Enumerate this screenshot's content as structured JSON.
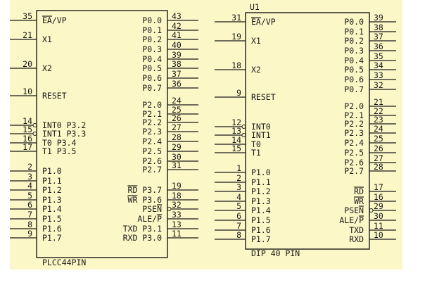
{
  "colors": {
    "background": "#fcf7c6",
    "ink": "#1a1a1a"
  },
  "chips": [
    {
      "ref": "",
      "caption": "PLCC44PIN",
      "left_pins": [
        {
          "num": "35",
          "label": "EA/VP",
          "bar": "EA"
        },
        {
          "num": "21",
          "label": "X1"
        },
        {
          "num": "20",
          "label": "X2"
        },
        {
          "num": "10",
          "label": "RESET"
        },
        {
          "num": "14",
          "label": "INT0 P3.2",
          "bubble": true
        },
        {
          "num": "15",
          "label": "INT1 P3.3",
          "bubble": true
        },
        {
          "num": "16",
          "label": "T0 P3.4"
        },
        {
          "num": "17",
          "label": "T1 P3.5"
        },
        {
          "num": "2",
          "label": "P1.0"
        },
        {
          "num": "3",
          "label": "P1.1"
        },
        {
          "num": "4",
          "label": "P1.2"
        },
        {
          "num": "5",
          "label": "P1.3"
        },
        {
          "num": "6",
          "label": "P1.4"
        },
        {
          "num": "7",
          "label": "P1.5"
        },
        {
          "num": "8",
          "label": "P1.6"
        },
        {
          "num": "9",
          "label": "P1.7"
        }
      ],
      "right_pins": [
        {
          "num": "43",
          "label": "P0.0"
        },
        {
          "num": "42",
          "label": "P0.1"
        },
        {
          "num": "41",
          "label": "P0.2"
        },
        {
          "num": "40",
          "label": "P0.3"
        },
        {
          "num": "39",
          "label": "P0.4"
        },
        {
          "num": "38",
          "label": "P0.5"
        },
        {
          "num": "37",
          "label": "P0.6"
        },
        {
          "num": "36",
          "label": "P0.7"
        },
        {
          "num": "24",
          "label": "P2.0"
        },
        {
          "num": "25",
          "label": "P2.1"
        },
        {
          "num": "26",
          "label": "P2.2"
        },
        {
          "num": "27",
          "label": "P2.3"
        },
        {
          "num": "28",
          "label": "P2.4"
        },
        {
          "num": "29",
          "label": "P2.5"
        },
        {
          "num": "30",
          "label": "P2.6"
        },
        {
          "num": "31",
          "label": "P2.7"
        },
        {
          "num": "19",
          "label": "RD P3.7",
          "bar": "RD"
        },
        {
          "num": "18",
          "label": "WR P3.6",
          "bar": "WR"
        },
        {
          "num": "32",
          "label": "PSEN",
          "bar": "N",
          "bubble": true
        },
        {
          "num": "33",
          "label": "ALE/P",
          "bar": "P"
        },
        {
          "num": "13",
          "label": "TXD P3.1"
        },
        {
          "num": "11",
          "label": "RXD P3.0"
        }
      ]
    },
    {
      "ref": "U1",
      "caption": "DIP 40 PIN",
      "left_pins": [
        {
          "num": "31",
          "label": "EA/VP",
          "bar": "EA"
        },
        {
          "num": "19",
          "label": "X1"
        },
        {
          "num": "18",
          "label": "X2"
        },
        {
          "num": "9",
          "label": "RESET"
        },
        {
          "num": "12",
          "label": "INT0",
          "bubble": true
        },
        {
          "num": "13",
          "label": "INT1",
          "bubble": true
        },
        {
          "num": "14",
          "label": "T0"
        },
        {
          "num": "15",
          "label": "T1"
        },
        {
          "num": "1",
          "label": "P1.0"
        },
        {
          "num": "2",
          "label": "P1.1"
        },
        {
          "num": "3",
          "label": "P1.2"
        },
        {
          "num": "4",
          "label": "P1.3"
        },
        {
          "num": "5",
          "label": "P1.4"
        },
        {
          "num": "6",
          "label": "P1.5"
        },
        {
          "num": "7",
          "label": "P1.6"
        },
        {
          "num": "8",
          "label": "P1.7"
        }
      ],
      "right_pins": [
        {
          "num": "39",
          "label": "P0.0"
        },
        {
          "num": "38",
          "label": "P0.1"
        },
        {
          "num": "37",
          "label": "P0.2"
        },
        {
          "num": "36",
          "label": "P0.3"
        },
        {
          "num": "35",
          "label": "P0.4"
        },
        {
          "num": "34",
          "label": "P0.5"
        },
        {
          "num": "33",
          "label": "P0.6"
        },
        {
          "num": "32",
          "label": "P0.7"
        },
        {
          "num": "21",
          "label": "P2.0"
        },
        {
          "num": "22",
          "label": "P2.1"
        },
        {
          "num": "23",
          "label": "P2.2"
        },
        {
          "num": "24",
          "label": "P2.3"
        },
        {
          "num": "25",
          "label": "P2.4"
        },
        {
          "num": "26",
          "label": "P2.5"
        },
        {
          "num": "27",
          "label": "P2.6"
        },
        {
          "num": "28",
          "label": "P2.7"
        },
        {
          "num": "17",
          "label": "RD",
          "bar": "RD"
        },
        {
          "num": "16",
          "label": "WR",
          "bar": "WR"
        },
        {
          "num": "29",
          "label": "PSEN",
          "bar": "N",
          "bubble": true
        },
        {
          "num": "30",
          "label": "ALE/P",
          "bar": "P"
        },
        {
          "num": "11",
          "label": "TXD"
        },
        {
          "num": "10",
          "label": "RXD"
        }
      ]
    }
  ]
}
